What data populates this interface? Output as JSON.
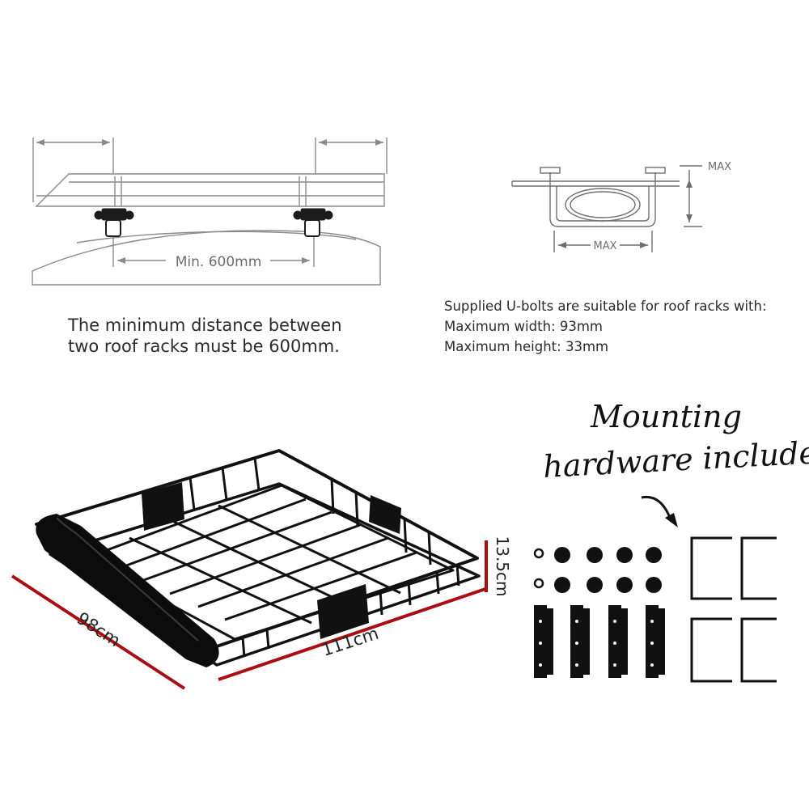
{
  "top_left": {
    "dimension_label": "Min. 600mm",
    "caption_line1": "The minimum distance between",
    "caption_line2": "two roof racks must be 600mm."
  },
  "top_right": {
    "height_label": "MAX",
    "width_label": "MAX",
    "caption_line1": "Supplied U-bolts are suitable for roof racks with:",
    "caption_line2": "Maximum width: 93mm",
    "caption_line3": "Maximum height: 33mm"
  },
  "basket": {
    "depth_label": "98cm",
    "length_label": "111cm",
    "height_label": "13.5cm",
    "dimension_color": "#a80e12"
  },
  "hardware": {
    "handwritten_line1": "Mounting",
    "handwritten_line2": "hardware included"
  }
}
